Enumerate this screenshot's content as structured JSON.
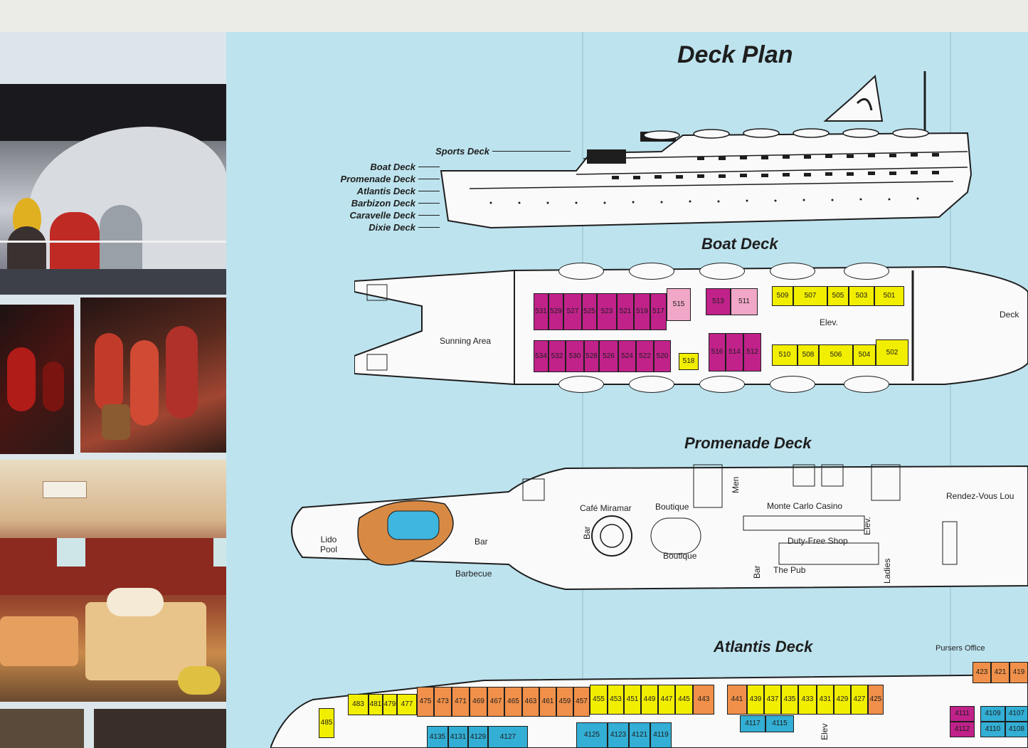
{
  "title": "Deck Plan",
  "profile_labels": [
    "Sports Deck",
    "Boat Deck",
    "Promenade Deck",
    "Atlantis Deck",
    "Barbizon Deck",
    "Caravelle Deck",
    "Dixie Deck"
  ],
  "boat_deck": {
    "title": "Boat Deck",
    "top_magenta": [
      "531",
      "529",
      "527",
      "525",
      "523",
      "521",
      "519",
      "517"
    ],
    "top_pink": "515",
    "mid_magenta": "513",
    "mid_pink": "511",
    "top_yellow": [
      "509",
      "507",
      "505",
      "503",
      "501"
    ],
    "bottom_magenta": [
      "534",
      "532",
      "530",
      "528",
      "526",
      "524",
      "522",
      "520"
    ],
    "bottom_yellow_single": "518",
    "bottom_magenta_2": [
      "516",
      "514",
      "512"
    ],
    "bottom_yellow": [
      "510",
      "508",
      "506",
      "504",
      "502"
    ],
    "sunning_area": "Sunning Area",
    "elevator": "Elev.",
    "deck_edge": "Deck"
  },
  "promenade_deck": {
    "title": "Promenade Deck",
    "lido_pool": "Lido Pool",
    "bar": "Bar",
    "barbecue": "Barbecue",
    "bar_vertical": "Bar",
    "cafe": "Café Miramar",
    "boutique_top": "Boutique",
    "boutique_bottom": "Boutique",
    "men": "Men",
    "casino": "Monte Carlo Casino",
    "elev": "Elev.",
    "duty_free": "Duty-Free Shop",
    "bar2": "Bar",
    "pub": "The Pub",
    "ladies": "Ladies",
    "rendez_vous": "Rendez-Vous Lou"
  },
  "atlantis_deck": {
    "title": "Atlantis Deck",
    "pursers_office": "Pursers Office",
    "top_yellow_left": [
      "483",
      "481",
      "479",
      "477"
    ],
    "top_orange_1": [
      "475",
      "473",
      "471",
      "469",
      "467",
      "465",
      "463",
      "461",
      "459",
      "457"
    ],
    "top_yellow_mid": [
      "455",
      "453",
      "451",
      "449",
      "447",
      "445"
    ],
    "top_orange_2": [
      "443",
      "441"
    ],
    "top_yellow_right": [
      "439",
      "437",
      "435",
      "433",
      "431",
      "429",
      "427"
    ],
    "top_orange_3": "425",
    "top_orange_far": [
      "423",
      "421",
      "419"
    ],
    "cabin_485": "485",
    "bottom_blue_1": [
      "4135",
      "4131",
      "4129",
      "4127"
    ],
    "bottom_blue_2": [
      "4125",
      "4123",
      "4121",
      "4119"
    ],
    "bottom_blue_3": [
      "4117",
      "4115"
    ],
    "elev": "Elev",
    "right_cabins": [
      "4111",
      "4109",
      "4107",
      "4112",
      "4110",
      "4108"
    ]
  },
  "colors": {
    "background_panel": "#bde3ee",
    "magenta": "#c0228a",
    "yellow": "#f2ee00",
    "pink": "#f1a7c8",
    "orange": "#f0904a",
    "blue": "#33aed4"
  }
}
